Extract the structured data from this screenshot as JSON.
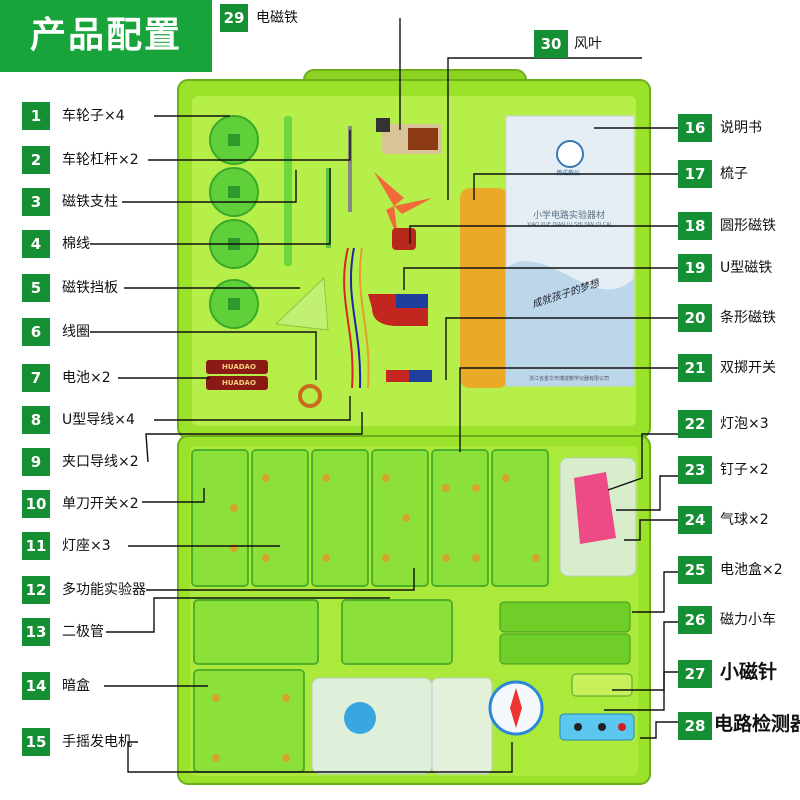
{
  "header": {
    "title": "产品配置"
  },
  "items": [
    {
      "num": "1",
      "label": "车轮子×4"
    },
    {
      "num": "2",
      "label": "车轮杠杆×2"
    },
    {
      "num": "3",
      "label": "磁铁支柱"
    },
    {
      "num": "4",
      "label": "棉线"
    },
    {
      "num": "5",
      "label": "磁铁挡板"
    },
    {
      "num": "6",
      "label": "线圈"
    },
    {
      "num": "7",
      "label": "电池×2"
    },
    {
      "num": "8",
      "label": "U型导线×4"
    },
    {
      "num": "9",
      "label": "夹口导线×2"
    },
    {
      "num": "10",
      "label": "单刀开关×2"
    },
    {
      "num": "11",
      "label": "灯座×3"
    },
    {
      "num": "12",
      "label": "多功能实验器"
    },
    {
      "num": "13",
      "label": "二极管"
    },
    {
      "num": "14",
      "label": "暗盒"
    },
    {
      "num": "15",
      "label": "手摇发电机"
    },
    {
      "num": "16",
      "label": "说明书"
    },
    {
      "num": "17",
      "label": "梳子"
    },
    {
      "num": "18",
      "label": "圆形磁铁"
    },
    {
      "num": "19",
      "label": "U型磁铁"
    },
    {
      "num": "20",
      "label": "条形磁铁"
    },
    {
      "num": "21",
      "label": "双掷开关"
    },
    {
      "num": "22",
      "label": "灯泡×3"
    },
    {
      "num": "23",
      "label": "钉子×2"
    },
    {
      "num": "24",
      "label": "气球×2"
    },
    {
      "num": "25",
      "label": "电池盒×2"
    },
    {
      "num": "26",
      "label": "磁力小车"
    },
    {
      "num": "27",
      "label": "小磁针"
    },
    {
      "num": "28",
      "label": "电路检测器"
    },
    {
      "num": "29",
      "label": "电磁铁"
    },
    {
      "num": "30",
      "label": "风叶"
    }
  ],
  "manual": {
    "logo_text": "博成教仪",
    "title": "小学电路实验器材",
    "pinyin": "XIAO XUE DIAN LU SHI YAN QI CAI",
    "slogan": "成就孩子的梦想",
    "footer": "浙江省金华市博成教学仪器有限公司"
  },
  "battery_text": "HUADAO",
  "colors": {
    "brand_green": "#18a43a",
    "badge_green": "#148f33",
    "case_green": "#9be32a",
    "tray_green": "#7cd61e"
  }
}
